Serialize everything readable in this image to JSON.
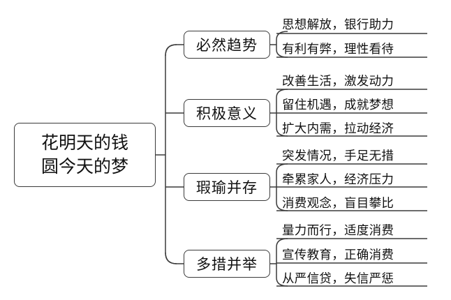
{
  "root": {
    "line1": "花明天的钱",
    "line2": "圆今天的梦"
  },
  "branches": [
    {
      "label": "必然趋势",
      "items": [
        "思想解放，银行助力",
        "有利有弊，理性看待"
      ]
    },
    {
      "label": "积极意义",
      "items": [
        "改善生活，激发动力",
        "留住机遇，成就梦想",
        "扩大内需，拉动经济"
      ]
    },
    {
      "label": "瑕瑜并存",
      "items": [
        "突发情况，手足无措",
        "牵累家人，经济压力",
        "消费观念，盲目攀比"
      ]
    },
    {
      "label": "多措并举",
      "items": [
        "量力而行，适度消费",
        "宣传教育，正确消费",
        "从严信贷，失信严惩"
      ]
    }
  ]
}
